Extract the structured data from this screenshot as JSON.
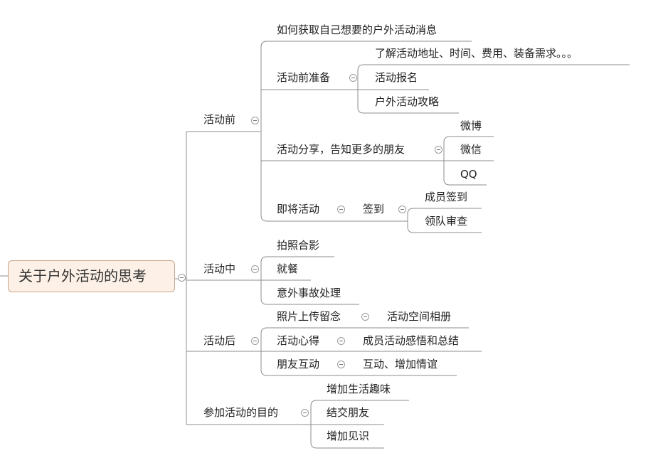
{
  "root": "关于户外活动的思考",
  "branches": {
    "before": {
      "label": "活动前",
      "info": "如何获取自己想要的户外活动消息",
      "prepare": {
        "label": "活动前准备",
        "items": [
          "了解活动地址、时间、费用、装备需求。。。",
          "活动报名",
          "户外活动攻略"
        ]
      },
      "share": {
        "label": "活动分享，告知更多的朋友",
        "items": [
          "微博",
          "微信",
          "QQ"
        ]
      },
      "upcoming": {
        "label": "即将活动",
        "checkin": "签到",
        "items": [
          "成员签到",
          "领队审查"
        ]
      }
    },
    "during": {
      "label": "活动中",
      "items": [
        "拍照合影",
        "就餐",
        "意外事故处理"
      ]
    },
    "after": {
      "label": "活动后",
      "photos": {
        "label": "照片上传留念",
        "child": "活动空间相册"
      },
      "insight": {
        "label": "活动心得",
        "child": "成员活动感悟和总结"
      },
      "friends": {
        "label": "朋友互动",
        "child": "互动、增加情谊"
      }
    },
    "purpose": {
      "label": "参加活动的目的",
      "items": [
        "增加生活趣味",
        "结交朋友",
        "增加见识"
      ]
    }
  }
}
